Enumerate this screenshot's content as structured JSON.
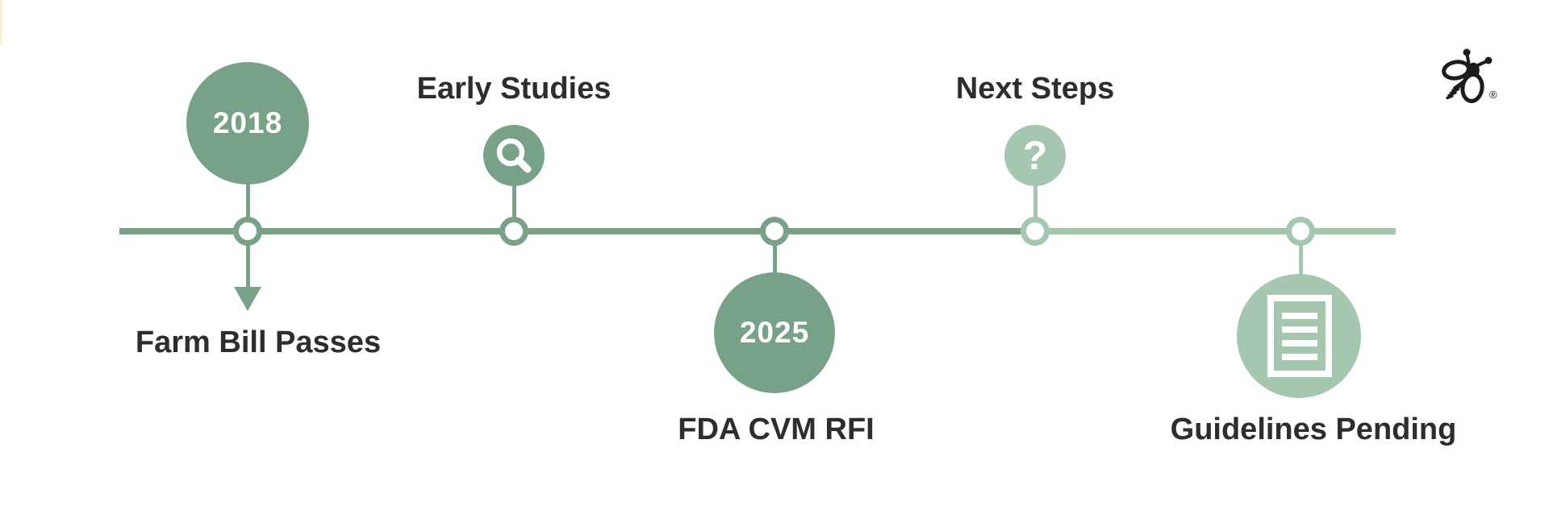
{
  "canvas": {
    "background": "#ffffff"
  },
  "colors": {
    "sage_dark": "#78a287",
    "sage_light": "#a5c6af",
    "text_dark": "#2d2d2d",
    "icon_white": "#ffffff",
    "logo_black": "#1c1c1c",
    "accent_strip": "#f8f2da"
  },
  "logo": {
    "icon": "bee-icon",
    "registered_mark": "®"
  },
  "timeline": {
    "direction": "horizontal",
    "events": [
      {
        "year": "2018",
        "label": "Farm Bill Passes",
        "marker": "year-circle-above-arrow-below",
        "color": "#78a287"
      },
      {
        "label": "Early Studies",
        "icon": "search-icon",
        "placement": "above",
        "color": "#78a287"
      },
      {
        "year": "2025",
        "label": "FDA CVM RFI",
        "marker": "year-circle-below",
        "color": "#78a287"
      },
      {
        "label": "Next Steps",
        "icon": "question-icon",
        "icon_glyph": "?",
        "placement": "above",
        "color": "#a5c6af"
      },
      {
        "label": "Guidelines Pending",
        "icon": "document-icon",
        "placement": "below",
        "color": "#a5c6af"
      }
    ]
  }
}
